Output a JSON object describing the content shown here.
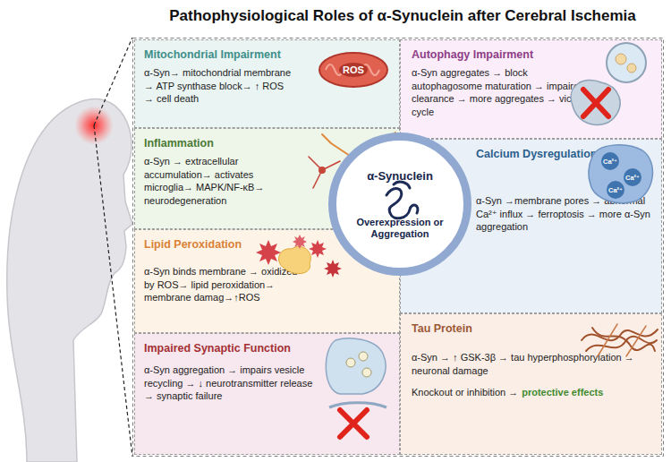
{
  "diagram": {
    "title": "Pathophysiological Roles of α-Synuclein after Cerebral Ischemia",
    "nodes": [
      {
        "text": [
          "Mitochondrial Impairment",
          "α-Syn→ mitochondrial membrane → ATP synthase block→ ↑ ROS → cell death"
        ]
      },
      {
        "text": [
          "Autophagy Impairment",
          "α-Syn aggregates → block autophagosome maturation → impaired clearance → more aggregates → vicious cycle"
        ]
      },
      {
        "text": [
          "Inflammation",
          "α-Syn → extracellular accumulation→ activates microglia→ MAPK/NF-κB→ neurodegeneration"
        ]
      },
      {
        "text": [
          "Calcium Dysregulation",
          "α-Syn →membrane pores → abnormal Ca²⁺ influx → ferroptosis → more α-Syn aggregation"
        ]
      },
      {
        "text": [
          "α-Synuclein",
          "Overexpression or Aggregation"
        ]
      },
      {
        "text": [
          "Lipid Peroxidation",
          "α-Syn binds membrane → oxidized by ROS→ lipid peroxidation→ membrane damag→↑ROS"
        ]
      },
      {
        "text": [
          "Tau Protein",
          "α-Syn → ↑ GSK-3β → tau hyperphosphorylation → neuronal damage",
          "Knockout or inhibition →",
          "protective effects"
        ]
      },
      {
        "text": [
          "Impaired Synaptic Function",
          "α-Syn aggregation → impairs vesicle recycling → ↓ neurotransmitter release → synaptic failure"
        ]
      }
    ],
    "labels": [
      "ROS",
      "Ca²⁺",
      "Ca²⁺",
      "Ca²⁺"
    ]
  }
}
